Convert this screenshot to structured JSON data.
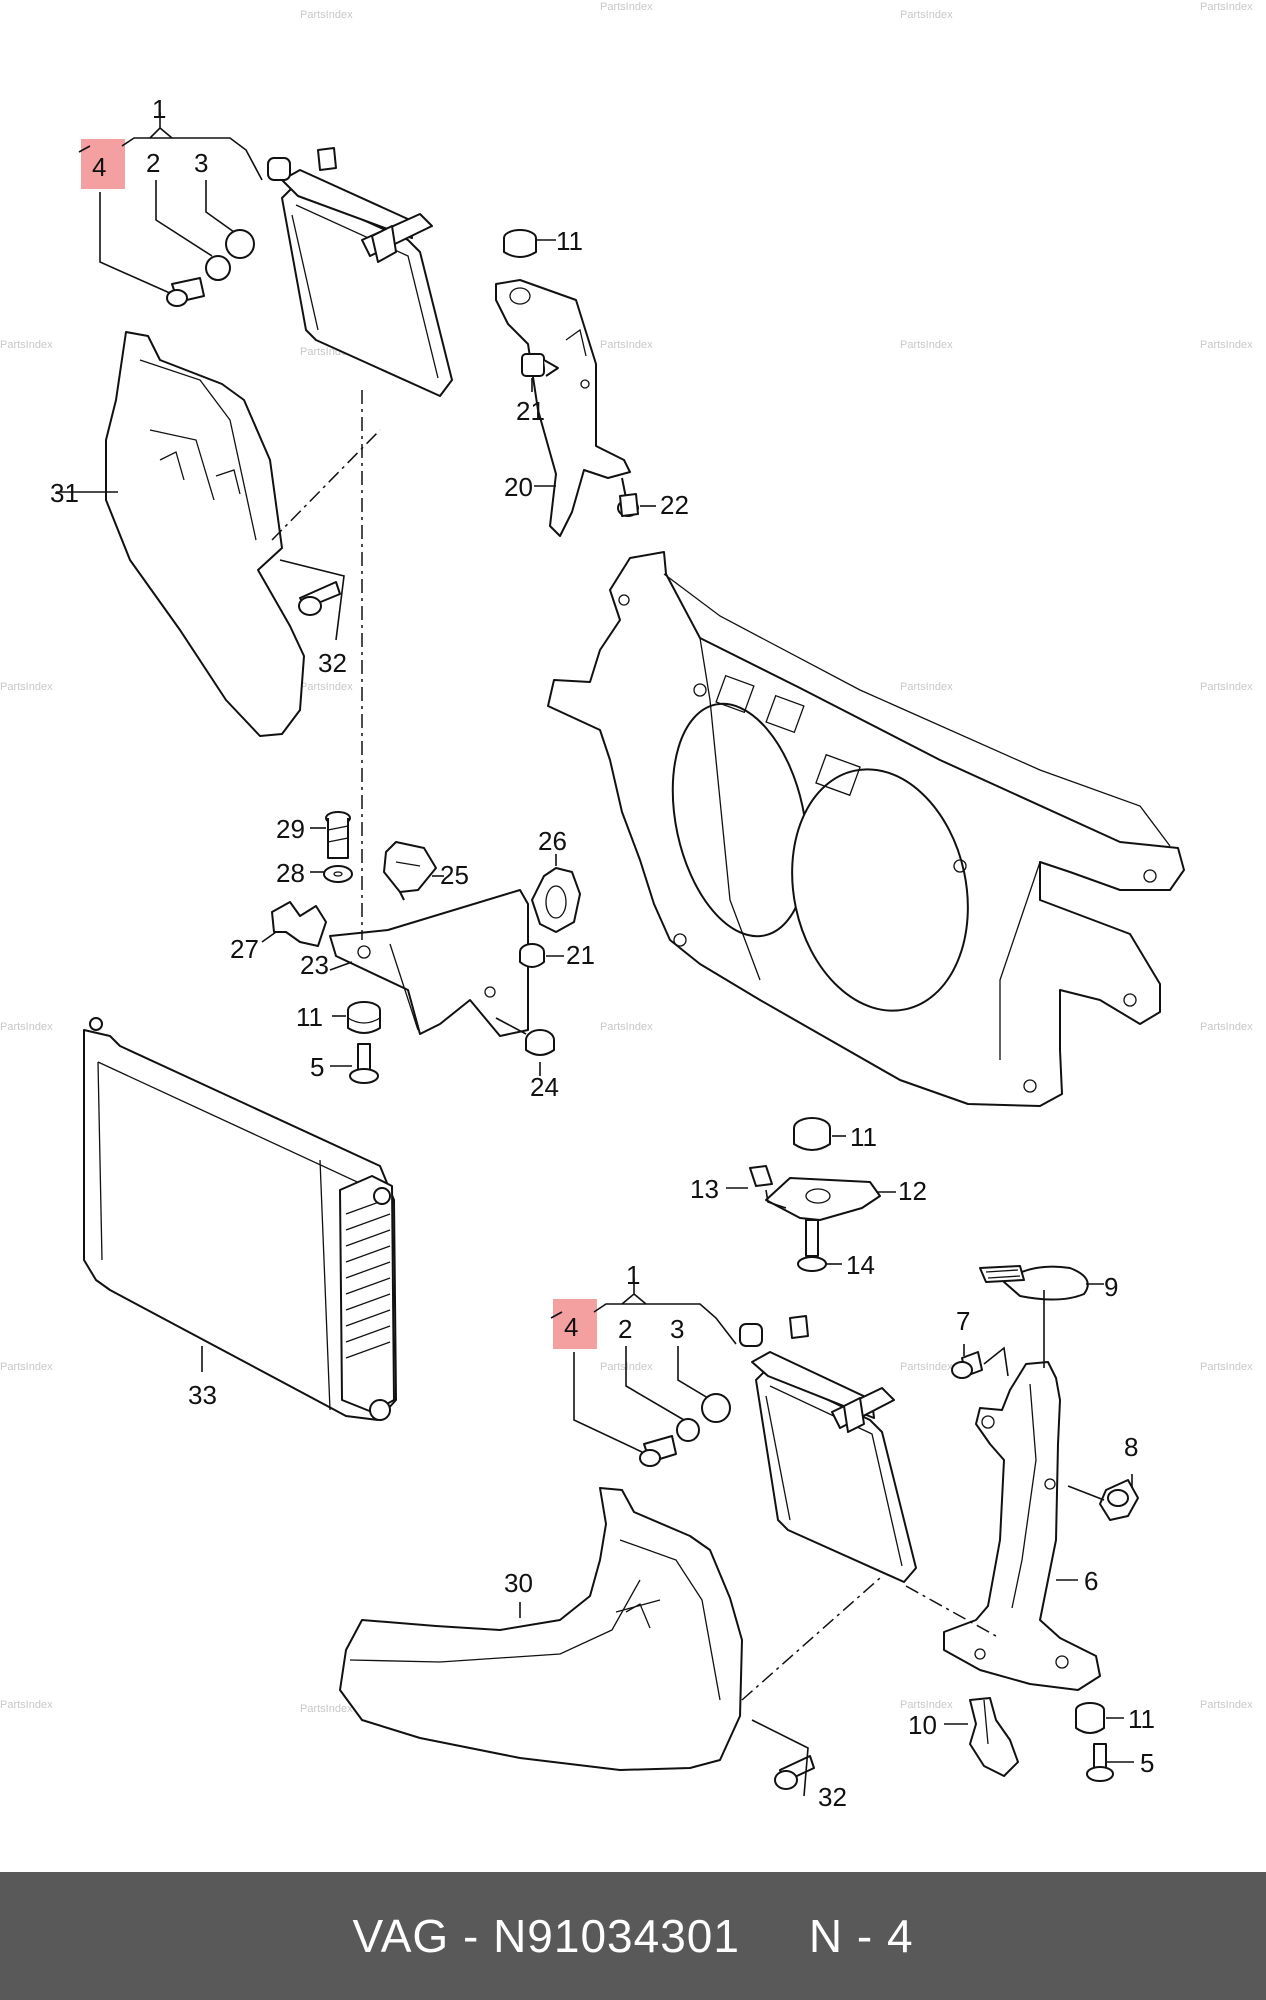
{
  "watermark": "PartsIndex",
  "footer": {
    "brand": "VAG",
    "separator": " - ",
    "part_number": "N91034301",
    "gap": "     ",
    "position": "N - 4"
  },
  "colors": {
    "highlight": "#f08080",
    "footer_bg": "#595959",
    "footer_text": "#ffffff"
  },
  "callouts": {
    "c1a": "1",
    "c2a": "2",
    "c3a": "3",
    "c4a": "4",
    "c11a": "11",
    "c21a": "21",
    "c20": "20",
    "c22": "22",
    "c31": "31",
    "c32a": "32",
    "c29": "29",
    "c28": "28",
    "c25": "25",
    "c26": "26",
    "c27": "27",
    "c23": "23",
    "c21b": "21",
    "c11b": "11",
    "c5a": "5",
    "c24": "24",
    "c33": "33",
    "c11c": "11",
    "c13": "13",
    "c12": "12",
    "c14": "14",
    "c9": "9",
    "c1b": "1",
    "c2b": "2",
    "c3b": "3",
    "c4b": "4",
    "c7": "7",
    "c8": "8",
    "c6": "6",
    "c30": "30",
    "c10": "10",
    "c11d": "11",
    "c5b": "5",
    "c32b": "32"
  }
}
